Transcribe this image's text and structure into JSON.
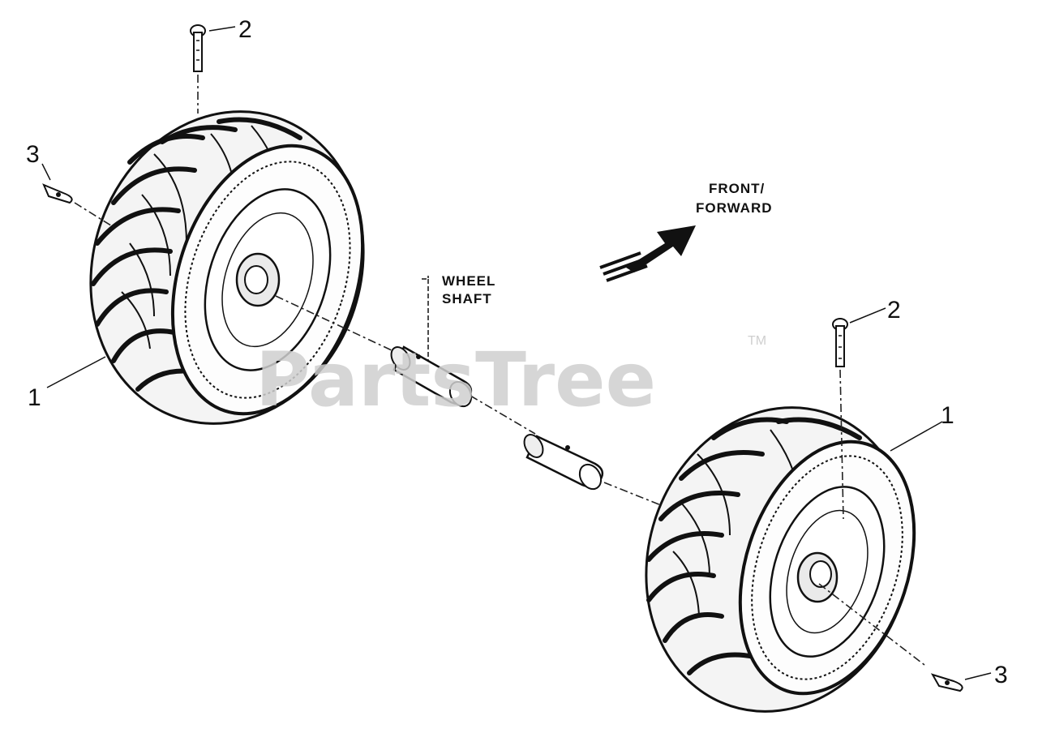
{
  "diagram": {
    "callouts": {
      "left_pin": "2",
      "left_clip": "3",
      "left_wheel": "1",
      "right_pin": "2",
      "right_wheel": "1",
      "right_clip": "3"
    },
    "labels": {
      "direction_line1": "FRONT/",
      "direction_line2": "FORWARD",
      "shaft_line1": "WHEEL",
      "shaft_line2": "SHAFT"
    },
    "watermark": {
      "text": "PartsTree",
      "trademark": "TM"
    },
    "colors": {
      "ink": "#111111",
      "watermark": "#cfcfcf",
      "background": "#ffffff"
    }
  }
}
